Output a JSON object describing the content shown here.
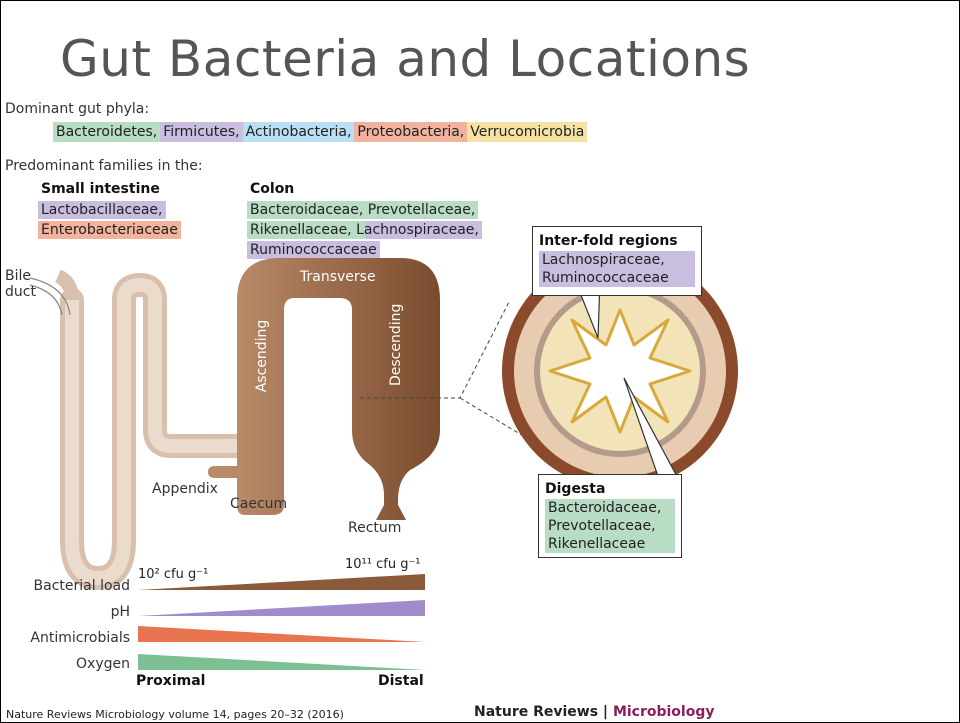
{
  "title": "Gut Bacteria and Locations",
  "phyla": {
    "label": "Dominant gut phyla:",
    "items": [
      {
        "name": "Bacteroidetes,",
        "color": "#b9dcc4"
      },
      {
        "name": "Firmicutes,",
        "color": "#c9bde0"
      },
      {
        "name": "Actinobacteria,",
        "color": "#b8dff2"
      },
      {
        "name": "Proteobacteria,",
        "color": "#f2b39e"
      },
      {
        "name": "Verrucomicrobia",
        "color": "#f6e3a4"
      }
    ]
  },
  "families_label": "Predominant families in the:",
  "small_intestine": {
    "header": "Small intestine",
    "items": [
      "Lactobacillaceae,",
      "Enterobacteriaceae"
    ]
  },
  "colon": {
    "header": "Colon",
    "lines": [
      {
        "text": "Bacteroidaceae, Prevotellaceae,"
      },
      {
        "text": "Rikenellaceae, Lachnospiraceae,"
      },
      {
        "text": "Ruminococcaceae"
      }
    ]
  },
  "interfold": {
    "header": "Inter-fold regions",
    "items": [
      "Lachnospiraceae,",
      "Ruminococcaceae"
    ]
  },
  "digesta": {
    "header": "Digesta",
    "items": [
      "Bacteroidaceae,",
      "Prevotellaceae,",
      "Rikenellaceae"
    ]
  },
  "anatomy": {
    "bile_duct": [
      "Bile",
      "duct"
    ],
    "transverse": "Transverse",
    "ascending": "Ascending",
    "descending": "Descending",
    "appendix": "Appendix",
    "caecum": "Caecum",
    "rectum": "Rectum"
  },
  "gradients": {
    "low_load": "10² cfu g⁻¹",
    "high_load": "10¹¹ cfu g⁻¹",
    "rows": [
      {
        "label": "Bacterial load",
        "color": "#8a5a3a",
        "direction": "increasing"
      },
      {
        "label": "pH",
        "color": "#a08ccc",
        "direction": "increasing"
      },
      {
        "label": "Antimicrobials",
        "color": "#e8734f",
        "direction": "decreasing"
      },
      {
        "label": "Oxygen",
        "color": "#7cbf92",
        "direction": "decreasing"
      }
    ],
    "proximal": "Proximal",
    "distal": "Distal"
  },
  "footer": {
    "citation": "Nature Reviews Microbiology volume 14, pages 20–32 (2016)",
    "journal": "Nature Reviews",
    "sep": " | ",
    "section": "Microbiology",
    "section_color": "#8b1f5e"
  }
}
